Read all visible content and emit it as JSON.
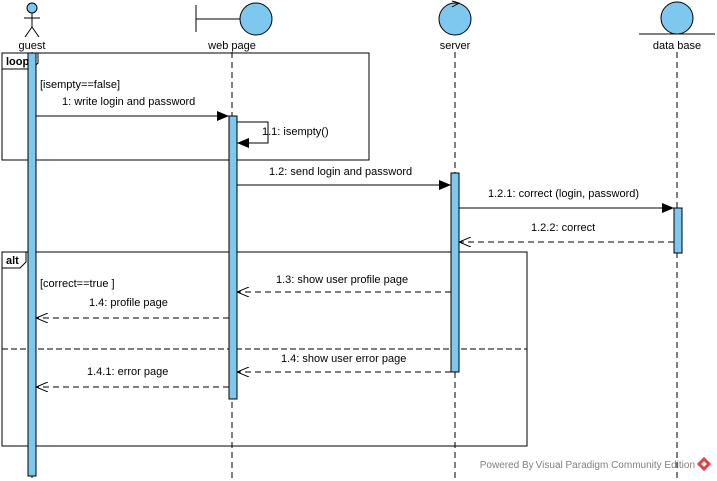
{
  "lifelines": {
    "guest": "guest",
    "web_page": "web page",
    "server": "server",
    "data_base": "data base"
  },
  "frames": {
    "loop": {
      "operator": "loop",
      "guard": "[isempty==false]"
    },
    "alt": {
      "operator": "alt",
      "guard": "[correct==true ]"
    }
  },
  "messages": {
    "m1": "1: write login and password",
    "m1_1": "1.1: isempty()",
    "m1_2": "1.2: send login and password",
    "m1_2_1": "1.2.1: correct (login, password)",
    "m1_2_2": "1.2.2: correct",
    "m1_3": "1.3: show user profile page",
    "m1_4": "1.4: profile page",
    "m1_4_err": "1.4: show user error page",
    "m1_4_1": "1.4.1: error page"
  },
  "watermark": {
    "text": "Powered By Visual Paradigm Community Edition"
  },
  "colors": {
    "activation": "#7ec8f0",
    "shape_fill": "#7ec8f0",
    "line": "#000000",
    "watermark": "#808080",
    "logo": "#e0404a"
  }
}
